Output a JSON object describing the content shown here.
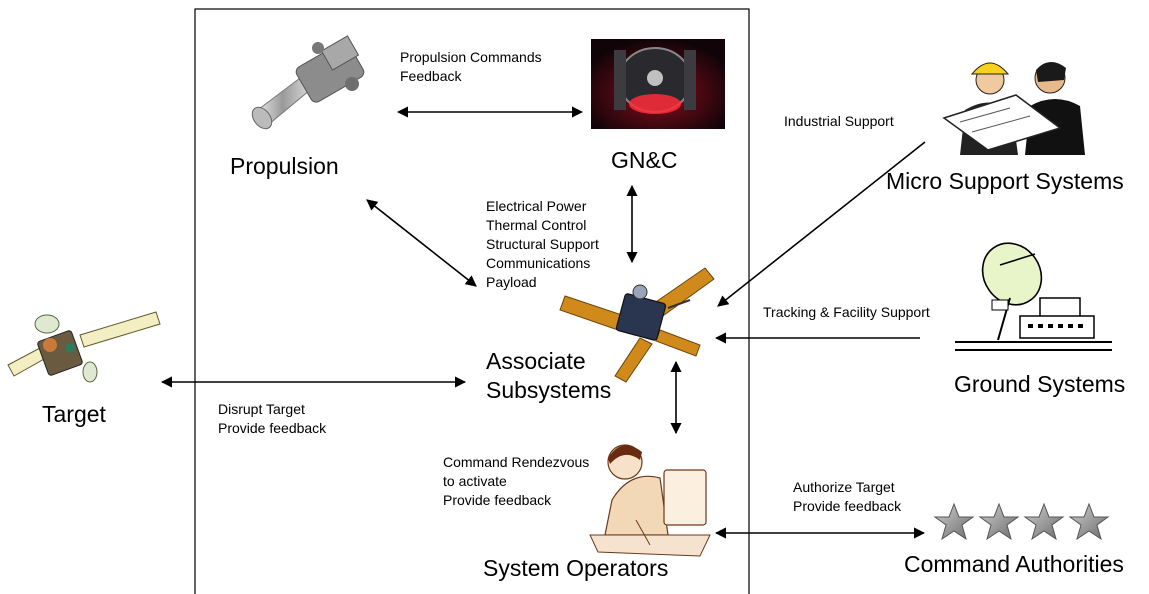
{
  "nodes": {
    "propulsion": "Propulsion",
    "gnc": "GN&C",
    "associate_line1": "Associate",
    "associate_line2": "Subsystems",
    "target": "Target",
    "system_operators": "System Operators",
    "micro_support": "Micro Support Systems",
    "ground_systems": "Ground Systems",
    "command_authorities": "Command Authorities"
  },
  "edges": {
    "propulsion_gnc": [
      "Propulsion Commands",
      "Feedback"
    ],
    "gnc_associate": [
      "Electrical Power",
      "Thermal Control",
      "Structural Support",
      "Communications",
      "Payload"
    ],
    "micro_associate": [
      "Industrial Support"
    ],
    "ground_associate": [
      "Tracking & Facility Support"
    ],
    "target_associate": [
      "Disrupt Target",
      "Provide feedback"
    ],
    "operators_associate": [
      "Command Rendezvous",
      "to activate",
      "Provide feedback"
    ],
    "authorities_operators": [
      "Authorize Target",
      "Provide feedback"
    ]
  },
  "icons": {
    "propulsion": "rocket-engine-icon",
    "gnc": "gyroscope-icon",
    "associate": "satellite-icon",
    "target": "target-satellite-icon",
    "micro_support": "engineers-with-blueprint-icon",
    "ground": "ground-station-dish-icon",
    "operators": "operator-at-computer-icon",
    "authorities": "four-stars-icon"
  },
  "colors": {
    "panel_orange": "#d08a1c",
    "star_gray": "#8a8a8a",
    "dish_green": "#e8f5c8"
  }
}
